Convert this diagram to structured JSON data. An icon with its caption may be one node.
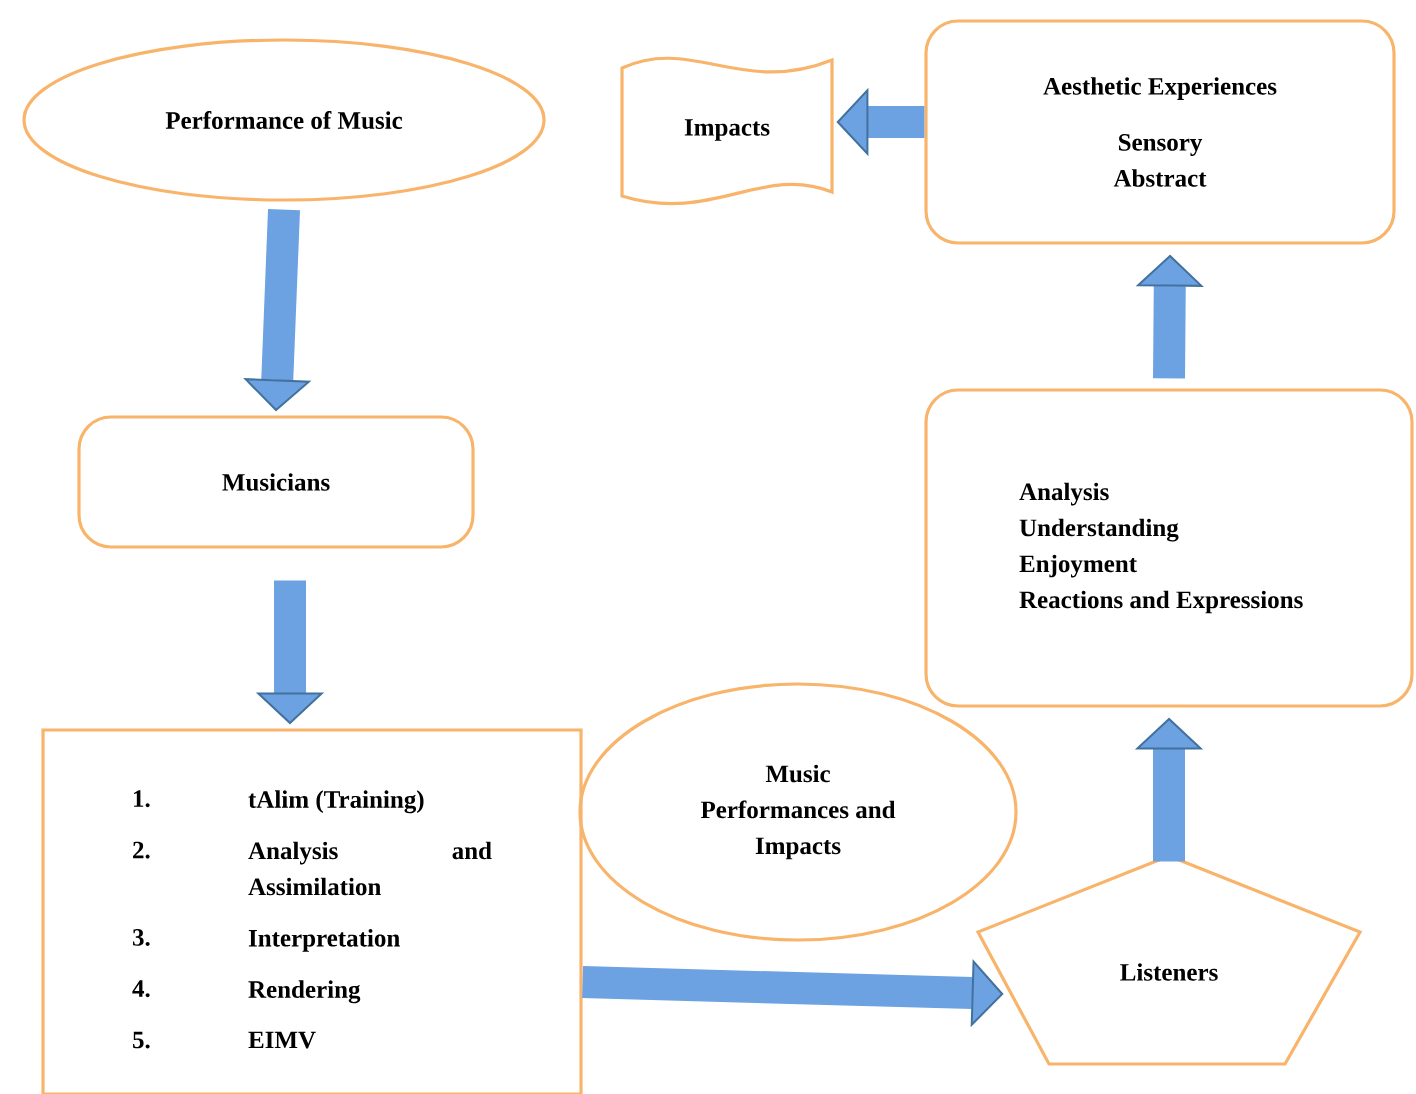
{
  "diagram": {
    "nodes": [
      {
        "text": [
          "Performance of Music"
        ]
      },
      {
        "text": [
          "Musicians"
        ]
      },
      {
        "text": [
          "1.",
          "tAlim (Training)",
          "2.",
          "Analysis and Assimilation",
          "3.",
          "Interpretation",
          "4.",
          "Rendering",
          "5.",
          "EIMV"
        ]
      },
      {
        "text": [
          "Music Performances and Impacts"
        ]
      },
      {
        "text": [
          "Listeners"
        ]
      },
      {
        "text": [
          "Analysis",
          "Understanding",
          "Enjoyment",
          "Reactions and Expressions"
        ]
      },
      {
        "text": [
          "Aesthetic Experiences",
          "Sensory",
          "Abstract"
        ]
      },
      {
        "text": [
          "Impacts"
        ]
      }
    ],
    "edges": [
      {
        "from": 0,
        "to": 1,
        "arrow": "to"
      },
      {
        "from": 1,
        "to": 2,
        "arrow": "to"
      },
      {
        "from": 2,
        "to": 4,
        "arrow": "to"
      },
      {
        "from": 4,
        "to": 5,
        "arrow": "to"
      },
      {
        "from": 5,
        "to": 6,
        "arrow": "to"
      },
      {
        "from": 6,
        "to": 7,
        "arrow": "to"
      }
    ]
  }
}
